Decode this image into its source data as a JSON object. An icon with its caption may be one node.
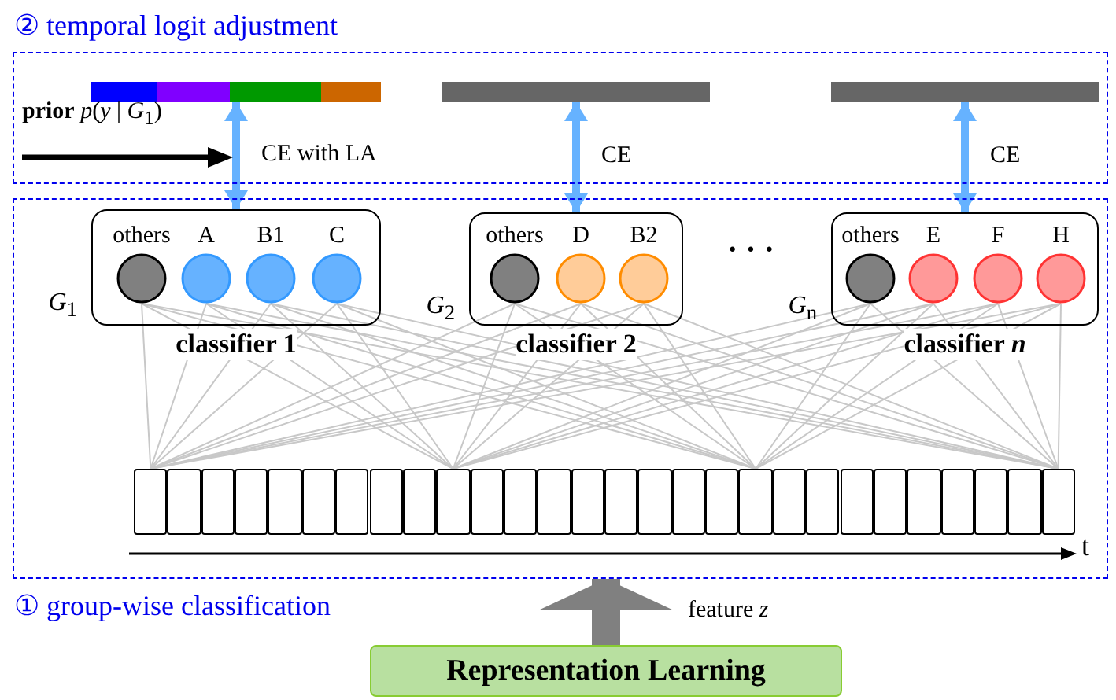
{
  "diagram": {
    "nodes": [
      {
        "text": [
          "② temporal logit adjustment"
        ]
      },
      {
        "text": [],
        "shape": "bar",
        "in": 0
      },
      {
        "text": [],
        "shape": "bar",
        "in": 0
      },
      {
        "text": [],
        "shape": "bar",
        "in": 0
      },
      {
        "text": [
          "① group-wise classification"
        ]
      },
      {
        "text": [
          "classifier 1"
        ],
        "beside": [
          "*G*$_{1}$"
        ],
        "in": 4
      },
      {
        "text": [
          "others"
        ],
        "in": 5
      },
      {
        "text": [
          "A"
        ],
        "in": 5
      },
      {
        "text": [
          "B1"
        ],
        "in": 5
      },
      {
        "text": [
          "C"
        ],
        "in": 5
      },
      {
        "text": [
          "classifier 2"
        ],
        "beside": [
          "*G*$_{2}$"
        ],
        "in": 4
      },
      {
        "text": [
          "others"
        ],
        "in": 10
      },
      {
        "text": [
          "D"
        ],
        "in": 10
      },
      {
        "text": [
          "B2"
        ],
        "in": 10
      },
      {
        "text": [
          "classifier *n*"
        ],
        "beside": [
          "*G*$_{n}$"
        ],
        "in": 4
      },
      {
        "text": [
          "others"
        ],
        "in": 14
      },
      {
        "text": [
          "E"
        ],
        "in": 14
      },
      {
        "text": [
          "F"
        ],
        "in": 14
      },
      {
        "text": [
          "H"
        ],
        "in": 14
      },
      {
        "text": [],
        "shape": "box",
        "in": 4
      },
      {
        "text": [],
        "shape": "box",
        "in": 4
      },
      {
        "text": [],
        "shape": "box",
        "in": 4
      },
      {
        "text": [],
        "shape": "box",
        "in": 4
      },
      {
        "text": [],
        "shape": "box",
        "in": 4
      },
      {
        "text": [],
        "shape": "box",
        "in": 4
      },
      {
        "text": [],
        "shape": "box",
        "in": 4
      },
      {
        "text": [],
        "shape": "box",
        "in": 4
      },
      {
        "text": [],
        "shape": "box",
        "in": 4
      },
      {
        "text": [],
        "shape": "box",
        "in": 4
      },
      {
        "text": [],
        "shape": "box",
        "in": 4
      },
      {
        "text": [],
        "shape": "box",
        "in": 4
      },
      {
        "text": [],
        "shape": "box",
        "in": 4
      },
      {
        "text": [],
        "shape": "box",
        "in": 4
      },
      {
        "text": [],
        "shape": "box",
        "in": 4
      },
      {
        "text": [],
        "shape": "box",
        "in": 4
      },
      {
        "text": [],
        "shape": "box",
        "in": 4
      },
      {
        "text": [],
        "shape": "box",
        "in": 4
      },
      {
        "text": [],
        "shape": "box",
        "in": 4
      },
      {
        "text": [],
        "shape": "box",
        "in": 4
      },
      {
        "text": [],
        "shape": "box",
        "in": 4
      },
      {
        "text": [],
        "shape": "box",
        "in": 4
      },
      {
        "text": [],
        "shape": "box",
        "in": 4
      },
      {
        "text": [],
        "shape": "box",
        "in": 4
      },
      {
        "text": [],
        "shape": "box",
        "in": 4
      },
      {
        "text": [],
        "shape": "box",
        "in": 4
      },
      {
        "text": [],
        "shape": "box",
        "in": 4
      },
      {
        "text": [],
        "shape": "box",
        "in": 4
      },
      {
        "text": [
          "Representation Learning"
        ]
      }
    ],
    "edges": [
      {
        "from": 5,
        "to": 1,
        "arrow": "both",
        "label": "CE with LA",
        "style": "thick",
        "color": "#66b2ff"
      },
      {
        "from": 10,
        "to": 2,
        "arrow": "both",
        "label": "CE",
        "style": "thick",
        "color": "#66b2ff"
      },
      {
        "from": 14,
        "to": 3,
        "arrow": "both",
        "label": "CE",
        "style": "thick",
        "color": "#66b2ff"
      },
      {
        "from": 47,
        "to": 4,
        "arrow": "to",
        "label": "feature *z*",
        "style": "thick",
        "color": "#808080"
      },
      {
        "from": 19,
        "to": 6,
        "arrow": "none"
      },
      {
        "from": 19,
        "to": 7,
        "arrow": "none"
      },
      {
        "from": 19,
        "to": 8,
        "arrow": "none"
      },
      {
        "from": 19,
        "to": 9,
        "arrow": "none"
      },
      {
        "from": 19,
        "to": 11,
        "arrow": "none"
      },
      {
        "from": 19,
        "to": 12,
        "arrow": "none"
      },
      {
        "from": 19,
        "to": 13,
        "arrow": "none"
      },
      {
        "from": 19,
        "to": 15,
        "arrow": "none"
      },
      {
        "from": 19,
        "to": 16,
        "arrow": "none"
      },
      {
        "from": 19,
        "to": 17,
        "arrow": "none"
      },
      {
        "from": 19,
        "to": 18,
        "arrow": "none"
      },
      {
        "from": 28,
        "to": 6,
        "arrow": "none"
      },
      {
        "from": 28,
        "to": 7,
        "arrow": "none"
      },
      {
        "from": 28,
        "to": 8,
        "arrow": "none"
      },
      {
        "from": 28,
        "to": 9,
        "arrow": "none"
      },
      {
        "from": 28,
        "to": 11,
        "arrow": "none"
      },
      {
        "from": 28,
        "to": 12,
        "arrow": "none"
      },
      {
        "from": 28,
        "to": 13,
        "arrow": "none"
      },
      {
        "from": 28,
        "to": 15,
        "arrow": "none"
      },
      {
        "from": 28,
        "to": 16,
        "arrow": "none"
      },
      {
        "from": 28,
        "to": 17,
        "arrow": "none"
      },
      {
        "from": 28,
        "to": 18,
        "arrow": "none"
      },
      {
        "from": 37,
        "to": 6,
        "arrow": "none"
      },
      {
        "from": 37,
        "to": 7,
        "arrow": "none"
      },
      {
        "from": 37,
        "to": 8,
        "arrow": "none"
      },
      {
        "from": 37,
        "to": 9,
        "arrow": "none"
      },
      {
        "from": 37,
        "to": 11,
        "arrow": "none"
      },
      {
        "from": 37,
        "to": 12,
        "arrow": "none"
      },
      {
        "from": 37,
        "to": 13,
        "arrow": "none"
      },
      {
        "from": 37,
        "to": 15,
        "arrow": "none"
      },
      {
        "from": 37,
        "to": 16,
        "arrow": "none"
      },
      {
        "from": 37,
        "to": 17,
        "arrow": "none"
      },
      {
        "from": 37,
        "to": 18,
        "arrow": "none"
      },
      {
        "from": 46,
        "to": 6,
        "arrow": "none"
      },
      {
        "from": 46,
        "to": 7,
        "arrow": "none"
      },
      {
        "from": 46,
        "to": 8,
        "arrow": "none"
      },
      {
        "from": 46,
        "to": 9,
        "arrow": "none"
      },
      {
        "from": 46,
        "to": 11,
        "arrow": "none"
      },
      {
        "from": 46,
        "to": 12,
        "arrow": "none"
      },
      {
        "from": 46,
        "to": 13,
        "arrow": "none"
      },
      {
        "from": 46,
        "to": 15,
        "arrow": "none"
      },
      {
        "from": 46,
        "to": 16,
        "arrow": "none"
      },
      {
        "from": 46,
        "to": 17,
        "arrow": "none"
      },
      {
        "from": 46,
        "to": 18,
        "arrow": "none"
      }
    ],
    "labels": [
      "**prior** *p*(*y* | *G*$_{1}$)",
      "· · ·",
      "t"
    ]
  }
}
